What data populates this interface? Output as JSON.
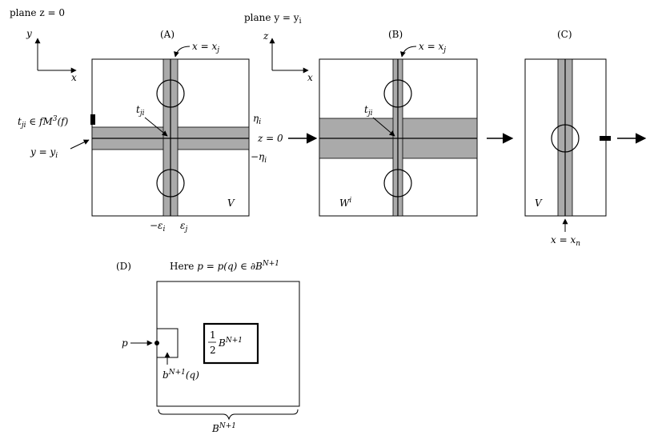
{
  "header": {
    "plane_z": "plane z = 0",
    "plane_y": "plane y = y",
    "plane_y_sub": "i"
  },
  "axes": {
    "y": "y",
    "x": "x",
    "z": "z"
  },
  "panel_a": {
    "title": "(A)",
    "x_line": "x = x",
    "x_line_sub": "j",
    "t_label": "t",
    "t_sub": "ji",
    "t_member": "t",
    "t_member_sub": "ji",
    "t_member_rest": " ∈ fM",
    "t_member_sup": "3",
    "t_member_end": "(f)",
    "y_line": "y = y",
    "y_line_sub": "i",
    "eta_pos": "η",
    "eta_pos_sub": "i",
    "eta_neg": "−η",
    "eta_neg_sub": "i",
    "eps_neg": "−ε",
    "eps_neg_sub": "i",
    "eps_pos": "ε",
    "eps_pos_sub": "j",
    "region": "V"
  },
  "panel_b": {
    "title": "(B)",
    "x_line": "x = x",
    "x_line_sub": "j",
    "t_label": "t",
    "t_sub": "ji",
    "z_line": "z = 0",
    "region": "W",
    "region_sup": "i"
  },
  "panel_c": {
    "title": "(C)",
    "region": "V",
    "x_line": "x = x",
    "x_line_sub": "n"
  },
  "panel_d": {
    "title": "(D)",
    "note_pre": "Here ",
    "note_p": "p = p(q) ∈ ∂B",
    "note_sup": "N+1",
    "p_label": "p",
    "half_num": "1",
    "half_den": "2",
    "half_B": "B",
    "half_sup": "N+1",
    "small_b": "b",
    "small_b_sup": "N+1",
    "small_b_end": "(q)",
    "brace_B": "B",
    "brace_sup": "N+1"
  },
  "colors": {
    "shade": "#aaaaaa",
    "ink": "#000000"
  }
}
